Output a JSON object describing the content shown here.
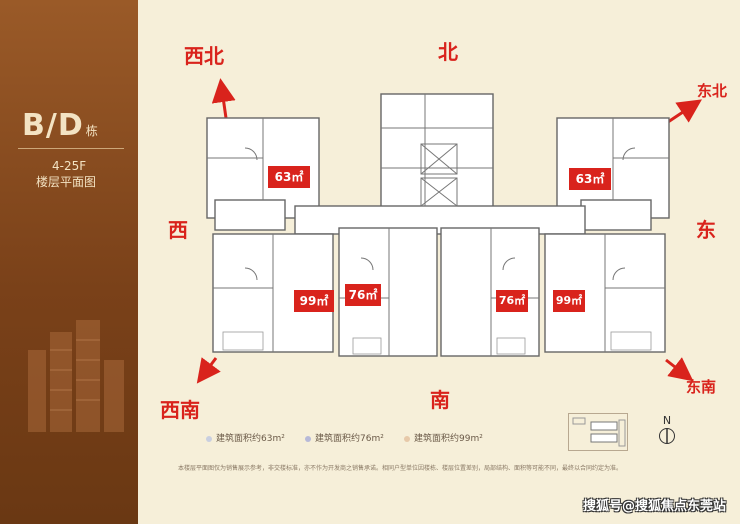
{
  "sidebar": {
    "building_label": "B/D",
    "building_suffix": "栋",
    "floors": "4-25F",
    "plan_label": "楼层平面图"
  },
  "directions": {
    "north": "北",
    "south": "南",
    "east": "东",
    "west": "西",
    "northwest": "西北",
    "northeast": "东北",
    "southwest": "西南",
    "southeast": "东南"
  },
  "units": {
    "nw": "63㎡",
    "ne": "63㎡",
    "sw": "99㎡",
    "sc1": "76㎡",
    "sc2": "76㎡",
    "se": "99㎡"
  },
  "legend": [
    {
      "label": "建筑面积约63m²",
      "color": "#c9cfe0"
    },
    {
      "label": "建筑面积约76m²",
      "color": "#b7b9d8"
    },
    {
      "label": "建筑面积约99m²",
      "color": "#e7c9a9"
    }
  ],
  "note": "本楼层平面图仅为销售展示参考，非交楼标准，亦不作为开发商之销售承诺。相同户型单位因楼栋、楼层位置差别，局部结构、面积等可能不同，最终以合同约定为准。",
  "compass": "N",
  "watermark": "搜狐号@搜狐焦点东莞站",
  "colors": {
    "accent_red": "#d9231c",
    "brown": "#7a4119",
    "background": "#f6efd9"
  }
}
